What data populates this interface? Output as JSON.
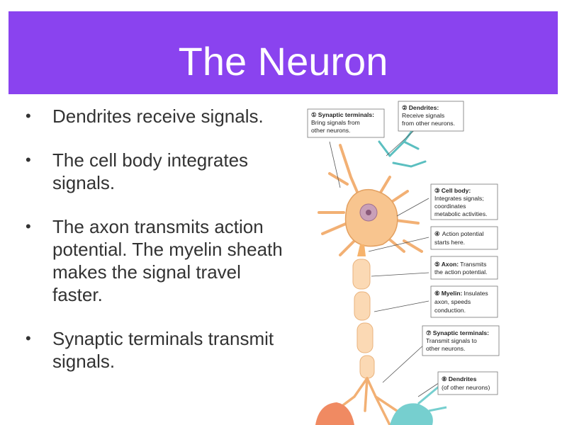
{
  "slide": {
    "title": "The Neuron",
    "title_bar_color": "#8a43ef",
    "bullets": [
      "Dendrites receive signals.",
      "The cell body integrates signals.",
      "The axon transmits action potential. The myelin sheath makes the signal travel faster.",
      "Synaptic terminals transmit signals."
    ]
  },
  "diagram": {
    "labels": [
      {
        "num": "①",
        "term": "Synaptic terminals:",
        "desc1": "Bring signals from",
        "desc2": "other neurons.",
        "desc3": ""
      },
      {
        "num": "②",
        "term": "Dendrites:",
        "desc1": "Receive signals",
        "desc2": "from other neurons.",
        "desc3": ""
      },
      {
        "num": "③",
        "term": "Cell body:",
        "desc1": "Integrates signals;",
        "desc2": "coordinates",
        "desc3": "metabolic activities."
      },
      {
        "num": "④",
        "term": "",
        "desc1": "Action potential",
        "desc2": "starts here.",
        "desc3": ""
      },
      {
        "num": "⑤",
        "term": "Axon:",
        "desc1": "Transmits",
        "desc2": "the action potential.",
        "desc3": ""
      },
      {
        "num": "⑥",
        "term": "Myelin:",
        "desc1": "Insulates",
        "desc2": "axon, speeds",
        "desc3": "conduction."
      },
      {
        "num": "⑦",
        "term": "Synaptic terminals:",
        "desc1": "Transmit signals to",
        "desc2": "other neurons.",
        "desc3": ""
      },
      {
        "num": "⑧",
        "term": "Dendrites",
        "desc1": "(of other neurons)",
        "desc2": "",
        "desc3": ""
      }
    ]
  }
}
